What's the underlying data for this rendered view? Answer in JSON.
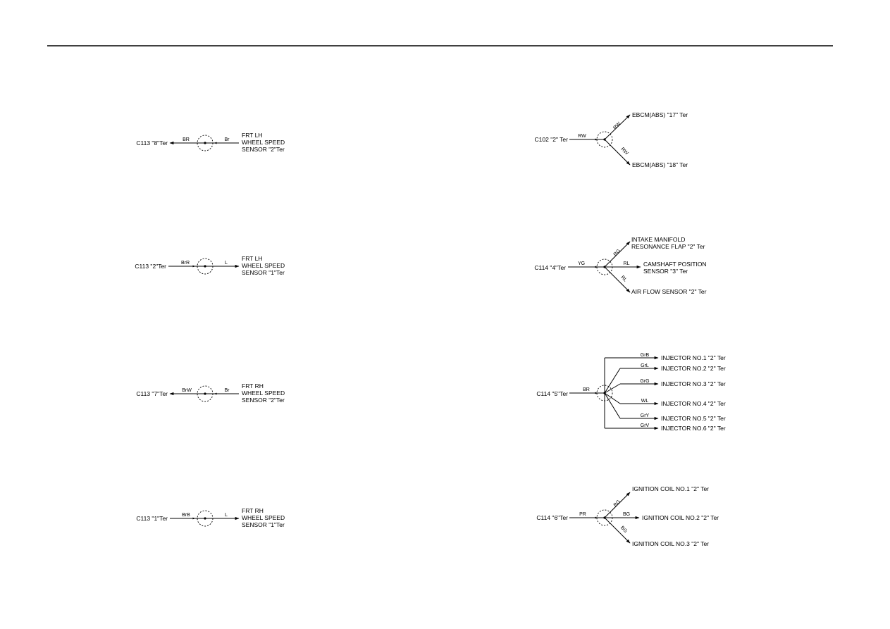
{
  "left": {
    "d1": {
      "from": "C113 \"8\"Ter",
      "w1": "BR",
      "w2": "Br",
      "to": [
        "FRT LH",
        "WHEEL SPEED",
        "SENSOR \"2\"Ter"
      ]
    },
    "d2": {
      "from": "C113 \"2\"Ter",
      "w1": "BrR",
      "w2": "L",
      "to": [
        "FRT LH",
        "WHEEL SPEED",
        "SENSOR \"1\"Ter"
      ]
    },
    "d3": {
      "from": "C113 \"7\"Ter",
      "w1": "BrW",
      "w2": "Br",
      "to": [
        "FRT RH",
        "WHEEL SPEED",
        "SENSOR \"2\"Ter"
      ]
    },
    "d4": {
      "from": "C113 \"1\"Ter",
      "w1": "BrB",
      "w2": "L",
      "to": [
        "FRT RH",
        "WHEEL SPEED",
        "SENSOR \"1\"Ter"
      ]
    }
  },
  "right": {
    "d5": {
      "from": "C102 \"2\" Ter",
      "w_in": "RW",
      "branches": [
        {
          "wire": "RW",
          "to": "EBCM(ABS) \"17\" Ter"
        },
        {
          "wire": "RW",
          "to": "EBCM(ABS) \"18\" Ter"
        }
      ]
    },
    "d6": {
      "from": "C114 \"4\"Ter",
      "w_in": "YG",
      "branches": [
        {
          "wire": "RG",
          "to": [
            "INTAKE MANIFOLD",
            "RESONANCE FLAP \"2\" Ter"
          ]
        },
        {
          "wire": "RL",
          "to": [
            "CAMSHAFT POSITION",
            "SENSOR \"3\" Ter"
          ]
        },
        {
          "wire": "RL",
          "to": "AIR FLOW SENSOR \"2\" Ter"
        }
      ]
    },
    "d7": {
      "from": "C114 \"5\"Ter",
      "w_in": "BR",
      "branches": [
        {
          "wire": "GrB",
          "to": "INJECTOR NO.1 \"2\" Ter"
        },
        {
          "wire": "GrL",
          "to": "INJECTOR NO.2 \"2\" Ter"
        },
        {
          "wire": "GrG",
          "to": "INJECTOR NO.3 \"2\" Ter"
        },
        {
          "wire": "WL",
          "to": "INJECTOR NO.4 \"2\" Ter"
        },
        {
          "wire": "GrY",
          "to": "INJECTOR NO.5 \"2\" Ter"
        },
        {
          "wire": "GrV",
          "to": "INJECTOR NO.6 \"2\" Ter"
        }
      ]
    },
    "d8": {
      "from": "C114 \"6\"Ter",
      "w_in": "PR",
      "branches": [
        {
          "wire": "BG",
          "to": "IGNITION COIL NO.1 \"2\" Ter"
        },
        {
          "wire": "BG",
          "to": "IGNITION COIL NO.2 \"2\" Ter"
        },
        {
          "wire": "BG",
          "to": "IGNITION COIL NO.3 \"2\" Ter"
        }
      ]
    }
  }
}
